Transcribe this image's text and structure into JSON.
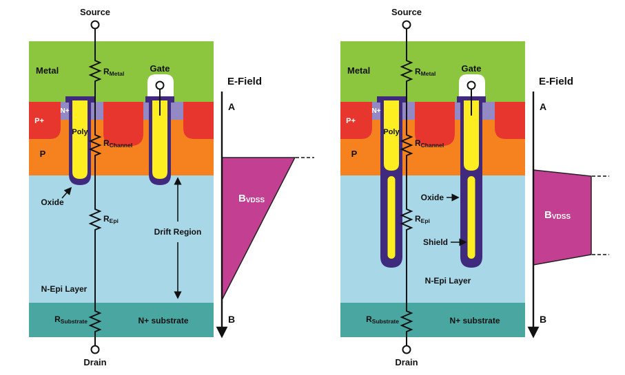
{
  "colors": {
    "background": "#ffffff",
    "metal": "#8cc63e",
    "p_plus": "#e6362d",
    "p_body": "#f5821f",
    "n_plus": "#9289c5",
    "poly": "#fdee21",
    "oxide": "#3f2a7d",
    "n_epi": "#a8d7e8",
    "substrate": "#4aa6a0",
    "efield": "#c23f92"
  },
  "panels": {
    "left": {
      "device": {
        "source_label": "Source",
        "gate_label": "Gate",
        "drain_label": "Drain",
        "metal_label": "Metal",
        "r_metal": {
          "main": "R",
          "sub": "Metal"
        },
        "r_channel": {
          "main": "R",
          "sub": "Channel"
        },
        "r_epi": {
          "main": "R",
          "sub": "Epi"
        },
        "r_substrate": {
          "main": "R",
          "sub": "Substrate"
        },
        "n_plus_label": "N+",
        "p_plus_label": "P+",
        "p_label": "P",
        "poly_label": "Poly",
        "oxide_label": "Oxide",
        "drift_label": "Drift Region",
        "epi_label": "N-Epi Layer",
        "substrate_label": "N+ substrate"
      },
      "efield": {
        "title": "E-Field",
        "point_a": "A",
        "point_b": "B",
        "bvdss": {
          "main": "B",
          "sub": "VDSS"
        }
      }
    },
    "right": {
      "device": {
        "source_label": "Source",
        "gate_label": "Gate",
        "drain_label": "Drain",
        "metal_label": "Metal",
        "r_metal": {
          "main": "R",
          "sub": "Metal"
        },
        "r_channel": {
          "main": "R",
          "sub": "Channel"
        },
        "r_epi": {
          "main": "R",
          "sub": "Epi"
        },
        "r_substrate": {
          "main": "R",
          "sub": "Substrate"
        },
        "n_plus_label": "N+",
        "p_plus_label": "P+",
        "p_label": "P",
        "poly_label": "Poly",
        "oxide_label": "Oxide",
        "shield_label": "Shield",
        "epi_label": "N-Epi Layer",
        "substrate_label": "N+ substrate"
      },
      "efield": {
        "title": "E-Field",
        "point_a": "A",
        "point_b": "B",
        "bvdss": {
          "main": "B",
          "sub": "VDSS"
        }
      }
    }
  }
}
